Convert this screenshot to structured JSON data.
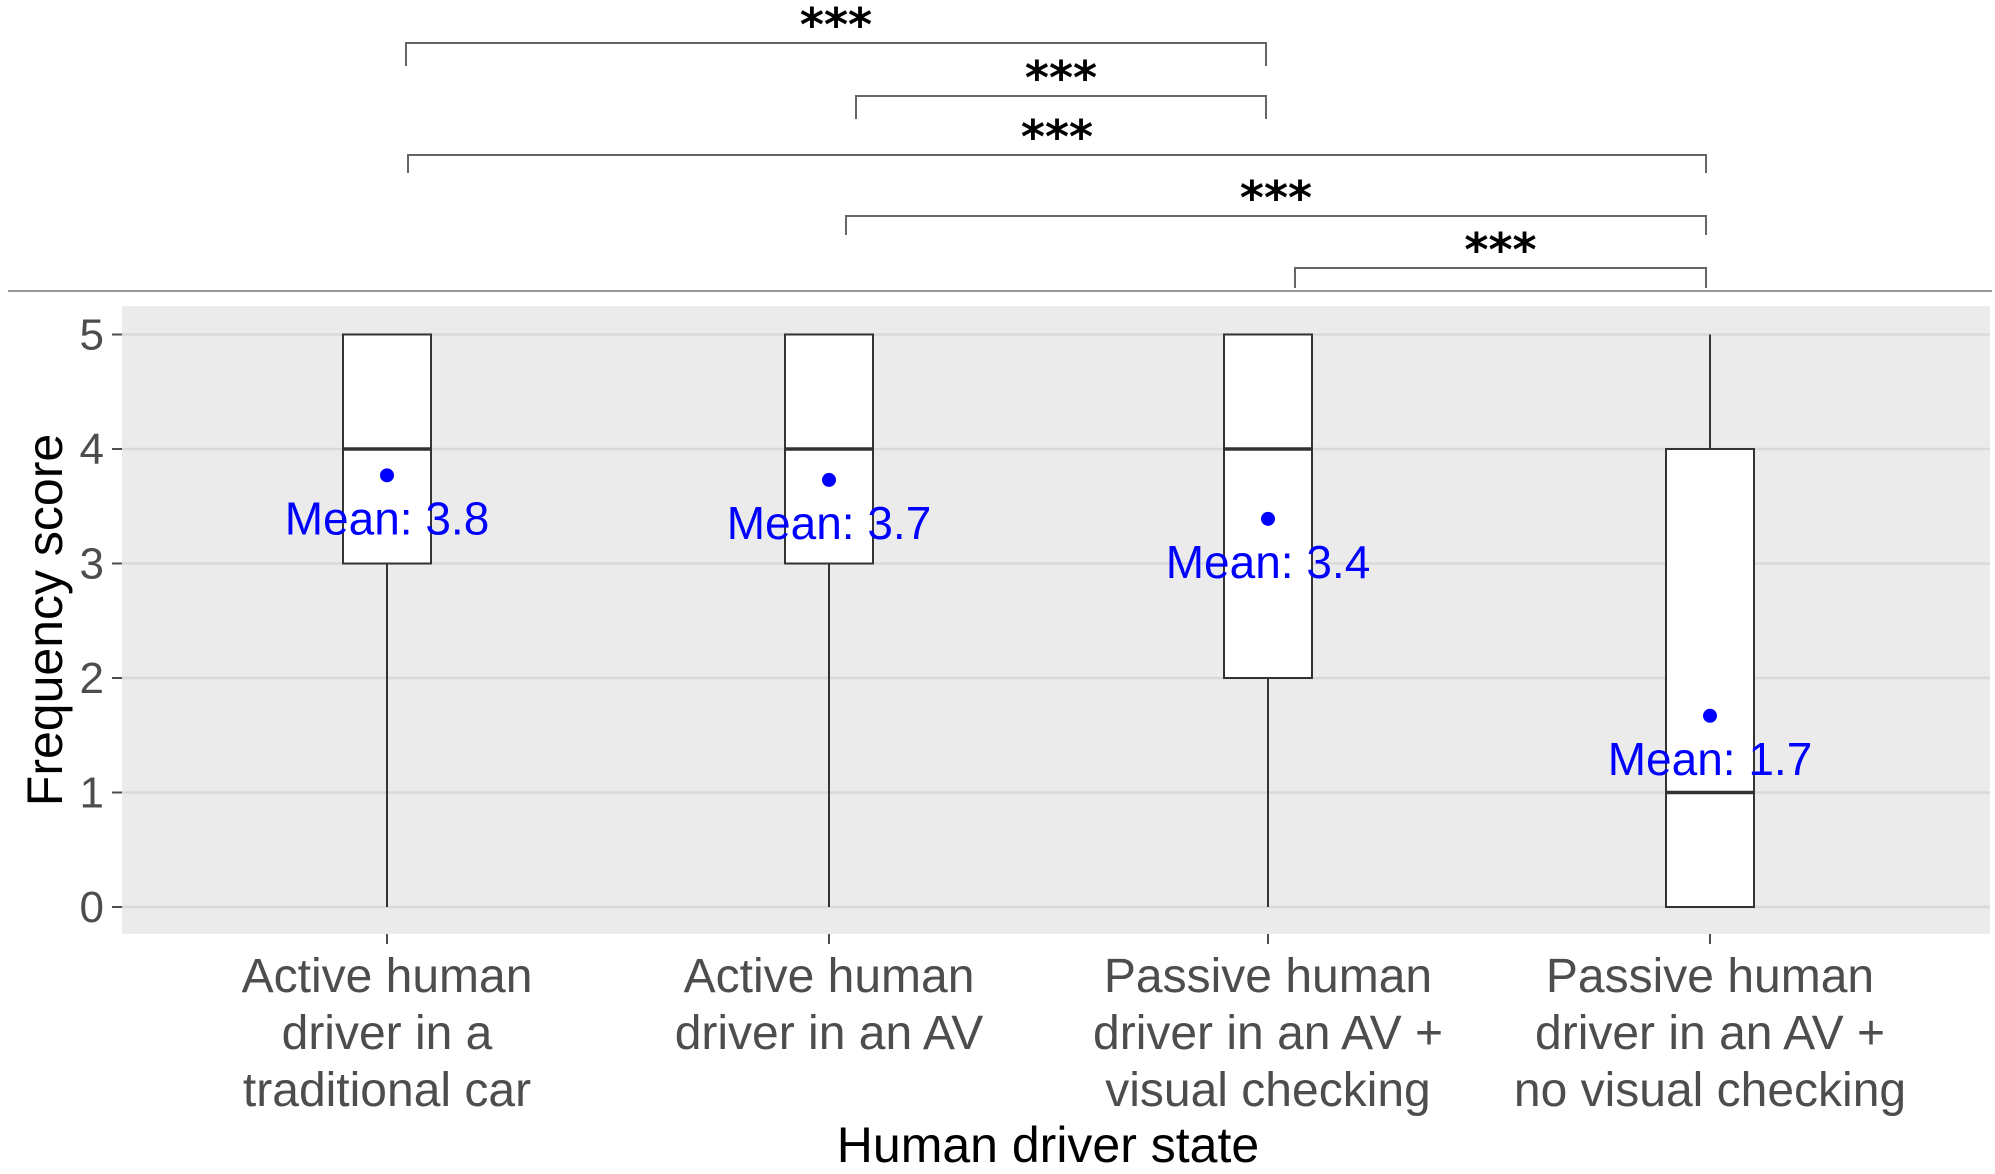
{
  "colors": {
    "panel": "#ebebeb",
    "grid": "#d9d9d9",
    "box_fill": "#ffffff",
    "box_line": "#333333",
    "mean": "#0000ff",
    "axis_text": "#4d4d4d",
    "title_text": "#000000",
    "bracket": "#666666"
  },
  "chart_data": {
    "type": "box",
    "xlabel": "Human driver state",
    "ylabel": "Frequency score",
    "ylim": [
      -0.25,
      5.25
    ],
    "y_ticks": [
      0,
      1,
      2,
      3,
      4,
      5
    ],
    "y_tick_labels": [
      "0",
      "1",
      "2",
      "3",
      "4",
      "5"
    ],
    "grid": true,
    "categories": [
      [
        "Active human",
        "driver in a",
        "traditional car"
      ],
      [
        "Active human",
        "driver in an AV"
      ],
      [
        "Passive human",
        "driver in an AV +",
        "visual checking"
      ],
      [
        "Passive human",
        "driver in an AV +",
        "no visual checking"
      ]
    ],
    "boxes": [
      {
        "min": 0,
        "q1": 3,
        "median": 4,
        "q3": 5,
        "max": 5,
        "mean": 3.77,
        "mean_label": "Mean: 3.8"
      },
      {
        "min": 0,
        "q1": 3,
        "median": 4,
        "q3": 5,
        "max": 5,
        "mean": 3.73,
        "mean_label": "Mean: 3.7"
      },
      {
        "min": 0,
        "q1": 2,
        "median": 4,
        "q3": 5,
        "max": 5,
        "mean": 3.39,
        "mean_label": "Mean: 3.4"
      },
      {
        "min": 0,
        "q1": 0,
        "median": 1,
        "q3": 4,
        "max": 5,
        "mean": 1.67,
        "mean_label": "Mean: 1.7"
      }
    ],
    "significance": [
      {
        "from": 0,
        "to": 2,
        "label": "***"
      },
      {
        "from": 1,
        "to": 2,
        "label": "***"
      },
      {
        "from": 0,
        "to": 3,
        "label": "***"
      },
      {
        "from": 1,
        "to": 3,
        "label": "***"
      },
      {
        "from": 2,
        "to": 3,
        "label": "***"
      }
    ]
  }
}
